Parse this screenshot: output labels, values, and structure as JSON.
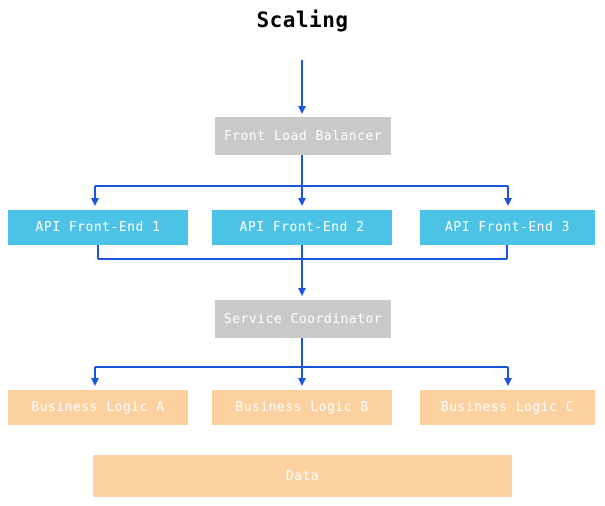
{
  "title": "Scaling",
  "colors": {
    "arrow": "#1a56db",
    "box_gray": "#c9c9c9",
    "box_cyan": "#4cc3e6",
    "box_orange": "#fdd0a0",
    "box_text": "#ffffff",
    "title_color": "#000000"
  },
  "nodes": {
    "front_load_balancer": {
      "label": "Front Load Balancer",
      "type": "gray"
    },
    "api_front_end_1": {
      "label": "API Front-End 1",
      "type": "cyan"
    },
    "api_front_end_2": {
      "label": "API Front-End 2",
      "type": "cyan"
    },
    "api_front_end_3": {
      "label": "API Front-End 3",
      "type": "cyan"
    },
    "service_coordinator": {
      "label": "Service Coordinator",
      "type": "gray"
    },
    "business_logic_a": {
      "label": "Business Logic A",
      "type": "orange"
    },
    "business_logic_b": {
      "label": "Business Logic B",
      "type": "orange"
    },
    "business_logic_c": {
      "label": "Business Logic C",
      "type": "orange"
    },
    "data_store": {
      "label": "Data",
      "type": "orange"
    }
  },
  "edges": [
    {
      "from": "title",
      "to": "front_load_balancer"
    },
    {
      "from": "front_load_balancer",
      "to": "api_front_end_1"
    },
    {
      "from": "front_load_balancer",
      "to": "api_front_end_2"
    },
    {
      "from": "front_load_balancer",
      "to": "api_front_end_3"
    },
    {
      "from": "api_front_end_1",
      "to": "service_coordinator"
    },
    {
      "from": "api_front_end_2",
      "to": "service_coordinator"
    },
    {
      "from": "api_front_end_3",
      "to": "service_coordinator"
    },
    {
      "from": "service_coordinator",
      "to": "business_logic_a"
    },
    {
      "from": "service_coordinator",
      "to": "business_logic_b"
    },
    {
      "from": "service_coordinator",
      "to": "business_logic_c"
    }
  ]
}
